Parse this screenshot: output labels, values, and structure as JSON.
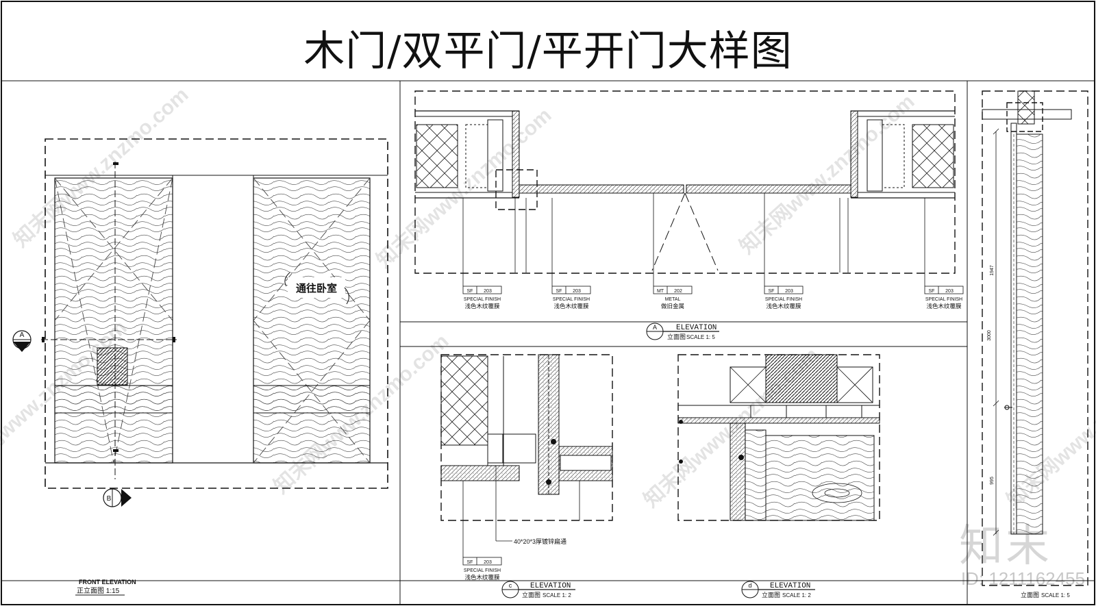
{
  "sheet": {
    "title": "木门/双平门/平开门大样图"
  },
  "front_elevation": {
    "door_sign": "通往卧室",
    "section_a_mark": "A",
    "section_b_mark": "B",
    "caption_en": "FRONT ELEVATION",
    "caption_cn": "正立面图 1:15"
  },
  "elevation_a": {
    "mark": "A",
    "title": "ELEVATION",
    "subtitle": "立面图",
    "scale": "SCALE 1: 5",
    "tags": [
      {
        "code": "SF",
        "num": "203",
        "en": "SPECIAL FINISH",
        "cn": "浅色木纹覆膜"
      },
      {
        "code": "SF",
        "num": "203",
        "en": "SPECIAL FINISH",
        "cn": "浅色木纹覆膜"
      },
      {
        "code": "MT",
        "num": "202",
        "en": "METAL",
        "cn": "做旧金属"
      },
      {
        "code": "SF",
        "num": "203",
        "en": "SPECIAL FINISH",
        "cn": "浅色木纹覆膜"
      },
      {
        "code": "SF",
        "num": "203",
        "en": "SPECIAL FINISH",
        "cn": "浅色木纹覆膜"
      }
    ]
  },
  "detail_c": {
    "mark": "c",
    "title": "ELEVATION",
    "subtitle": "立面图",
    "scale": "SCALE 1: 2",
    "note": "40*20*3厚镀锌扁通",
    "tag": {
      "code": "SF",
      "num": "203",
      "en": "SPECIAL FINISH",
      "cn": "浅色木纹覆膜"
    }
  },
  "detail_d": {
    "mark": "d",
    "title": "ELEVATION",
    "subtitle": "立面图",
    "scale": "SCALE 1: 2"
  },
  "section_b": {
    "dims": [
      "1947",
      "3000",
      "995"
    ],
    "subtitle": "立面图",
    "scale": "SCALE 1: 5"
  },
  "watermark": {
    "text": "知末网www.znzmo.com",
    "logo": "知末",
    "id": "ID: 1211162455"
  }
}
